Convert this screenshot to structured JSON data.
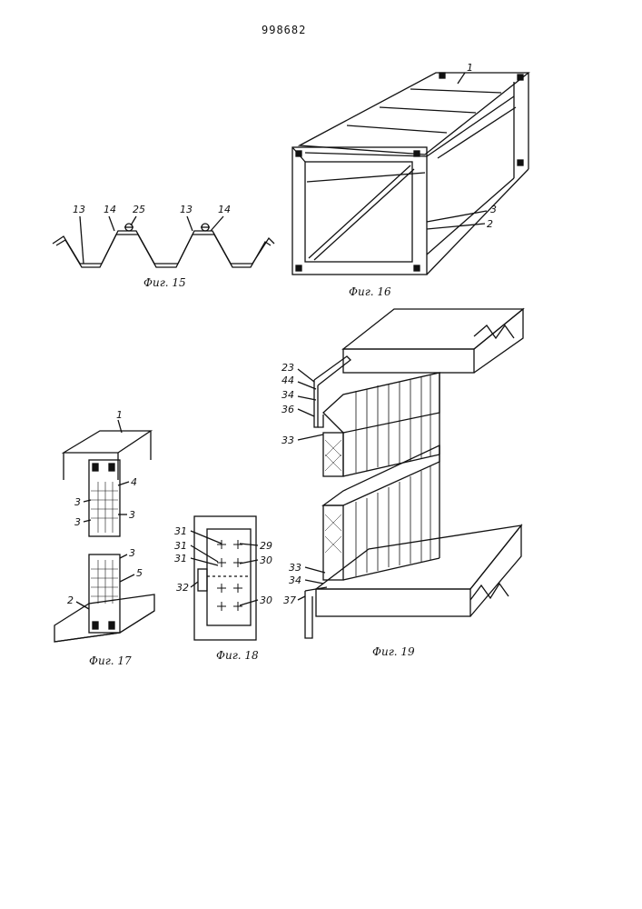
{
  "page_number": "998682",
  "figures": {
    "fig15": {
      "caption": "Фиг. 15",
      "labels": [
        "13",
        "14",
        "25",
        "13",
        "14"
      ]
    },
    "fig16": {
      "caption": "Фиг. 16",
      "labels": [
        "1",
        "3",
        "2"
      ]
    },
    "fig17": {
      "caption": "Фиг. 17",
      "labels": [
        "1",
        "4",
        "3",
        "3",
        "3",
        "3",
        "5",
        "2"
      ]
    },
    "fig18": {
      "caption": "Фиг. 18",
      "labels": [
        "31",
        "31",
        "31",
        "29",
        "30",
        "32",
        "30"
      ]
    },
    "fig19": {
      "caption": "Фиг. 19",
      "labels": [
        "23",
        "44",
        "34",
        "36",
        "33",
        "33",
        "34",
        "37"
      ]
    }
  }
}
